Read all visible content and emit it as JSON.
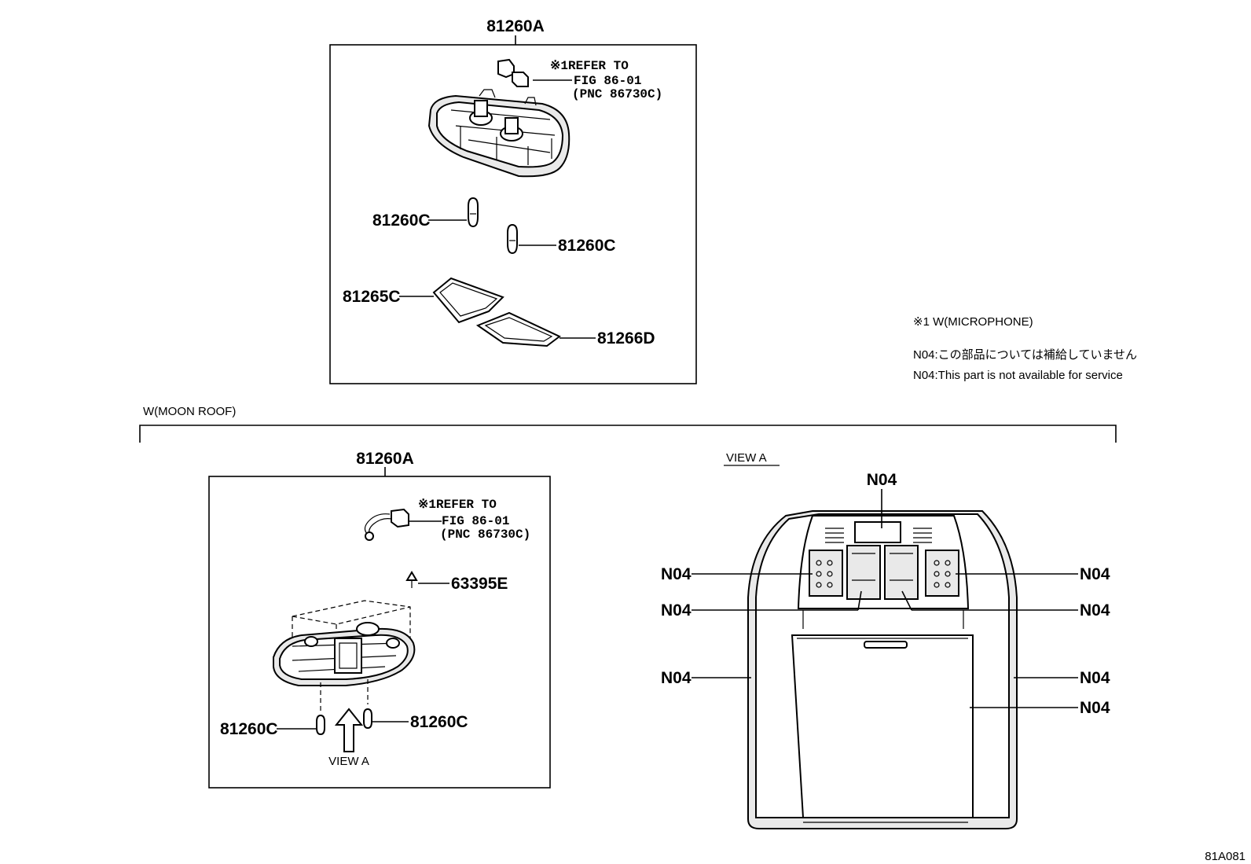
{
  "top_assembly": {
    "title_pn": "81260A",
    "refer": {
      "line1": "※1REFER TO",
      "line2": "FIG 86-01",
      "line3": "(PNC 86730C)"
    },
    "labels": {
      "bulb_left": "81260C",
      "bulb_right": "81260C",
      "lens_upper": "81265C",
      "lens_lower": "81266D"
    }
  },
  "notes": {
    "microphone": "※1 W(MICROPHONE)",
    "n04_jp": "N04:この部品については補給していません",
    "n04_en": "N04:This part is not available for service"
  },
  "moon_roof": {
    "section_label": "W(MOON ROOF)",
    "title_pn": "81260A",
    "refer": {
      "line1": "※1REFER TO",
      "line2": "FIG 86-01",
      "line3": "(PNC 86730C)"
    },
    "labels": {
      "clip": "63395E",
      "bulb_left": "81260C",
      "bulb_right": "81260C"
    },
    "view_arrow_label": "VIEW A"
  },
  "view_a": {
    "title": "VIEW A",
    "callouts": {
      "top": "N04",
      "left_1": "N04",
      "left_2": "N04",
      "left_3": "N04",
      "right_1": "N04",
      "right_2": "N04",
      "right_3": "N04",
      "right_4": "N04"
    }
  },
  "figure_id": "81A081"
}
